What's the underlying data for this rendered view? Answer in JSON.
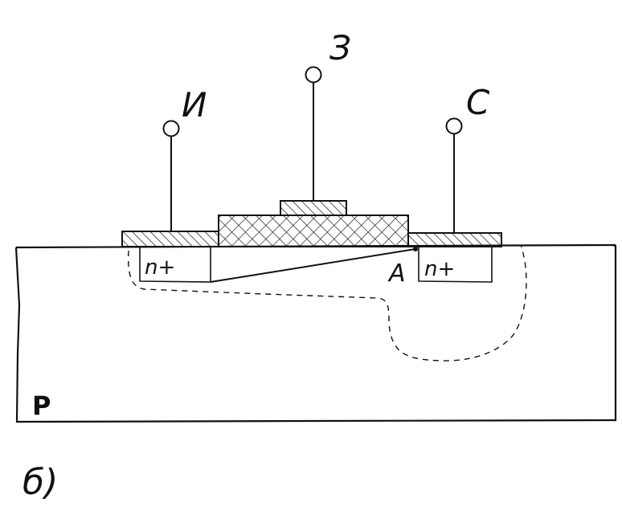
{
  "terminals": {
    "source": "И",
    "gate": "З",
    "drain": "С"
  },
  "regions": {
    "source_region": "n+",
    "drain_region": "n+",
    "substrate": "P",
    "pinch_point": "A"
  },
  "figure_label": "б)",
  "colors": {
    "ink": "#111111",
    "paper": "#ffffff"
  }
}
